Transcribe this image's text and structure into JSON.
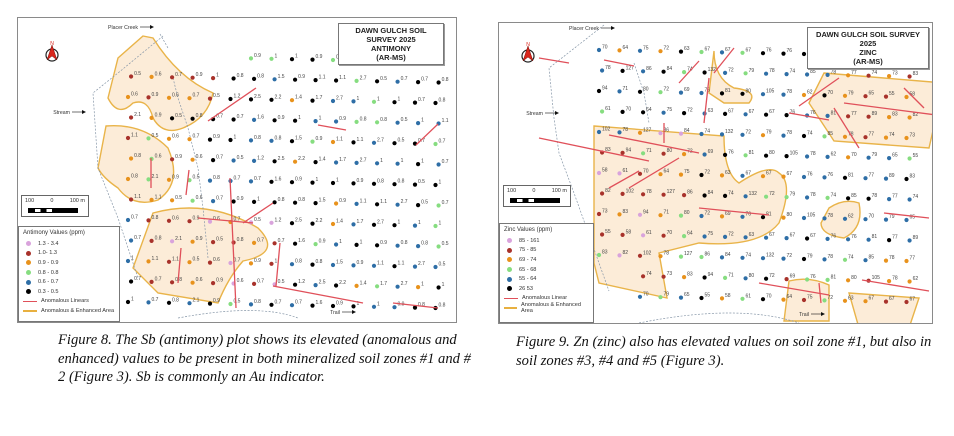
{
  "figures": [
    {
      "id": "fig8",
      "map": {
        "title_lines": [
          "DAWN GULCH SOIL SURVEY  2025",
          "ANTIMONY",
          "(AR-MS)"
        ],
        "place_labels": {
          "creek": "Placer Creek",
          "stream": "Stream",
          "trail": "Trail"
        },
        "scale": {
          "left": "100",
          "center": "0",
          "right": "100 m"
        },
        "north_label": "N",
        "legend": {
          "title": "Antimony Values (ppm)",
          "classes": [
            {
              "range": "1.3 - 3.4",
              "color": "#d9a3dc"
            },
            {
              "range": "1.0- 1.3",
              "color": "#a8322b"
            },
            {
              "range": "0.9 - 0.9",
              "color": "#e8921c"
            },
            {
              "range": "0.8 - 0.8",
              "color": "#86dd80"
            },
            {
              "range": "0.6 - 0.7",
              "color": "#2e6ea6"
            },
            {
              "range": "0.3 - 0.5",
              "color": "#000000"
            }
          ],
          "lines": [
            {
              "label": "Anomalous Linears",
              "color": "#e0505a"
            },
            {
              "label": "Anomalous & Enhanced Area",
              "color": "#e8b040"
            }
          ]
        },
        "sample_values": [
          "0.9",
          "1",
          "1",
          "0.9",
          "0.8",
          "0.8",
          "0.5",
          "1",
          "1.1",
          "1.1",
          "0.5",
          "0.6",
          "0.7",
          "0.9",
          "1",
          "0.8",
          "0.8",
          "1.5",
          "0.9",
          "1.1",
          "1.1",
          "2.7",
          "0.5",
          "0.7",
          "0.7",
          "0.8",
          "0.6",
          "0.9",
          "0.6",
          "0.7",
          "0.5",
          "1.2",
          "2.5",
          "2.2",
          "1.4",
          "1.7",
          "2.7",
          "1",
          "1",
          "1",
          "0.7",
          "0.8",
          "2.1",
          "0.9",
          "0.5",
          "0.8",
          "0.7",
          "0.7",
          "1.6"
        ]
      },
      "caption": "Figure 8.  The Sb (antimony) plot shows its elevated (anomalous and enhanced) values to be present in both mineralized soil zones #1 and # 2 (Figure 3). Sb is commonly an Au indicator."
    },
    {
      "id": "fig9",
      "map": {
        "title_lines": [
          "DAWN GULCH SOIL SURVEY  2025",
          "ZINC",
          "(AR-MS)"
        ],
        "place_labels": {
          "creek": "Placer Creek",
          "stream": "Stream",
          "trail": "Trail"
        },
        "scale": {
          "left": "100",
          "center": "0",
          "right": "100 m"
        },
        "north_label": "N",
        "legend": {
          "title": "Zinc Values (ppm)",
          "classes": [
            {
              "range": "85 - 161",
              "color": "#d9a3dc"
            },
            {
              "range": "75 - 85",
              "color": "#a8322b"
            },
            {
              "range": "69 - 74",
              "color": "#e8921c"
            },
            {
              "range": "65 - 68",
              "color": "#86dd80"
            },
            {
              "range": "55 - 64",
              "color": "#2e6ea6"
            },
            {
              "range": "26  53",
              "color": "#000000"
            }
          ],
          "lines": [
            {
              "label": "Anomalous Linear",
              "color": "#e0505a"
            },
            {
              "label": "Anomalous & Enhanced Area",
              "color": "#e8b040"
            }
          ]
        },
        "sample_values": [
          "70",
          "64",
          "75",
          "72",
          "63",
          "67",
          "67",
          "67",
          "76",
          "76",
          "81",
          "77",
          "89",
          "83",
          "82",
          "102",
          "78",
          "127",
          "86",
          "84",
          "74",
          "132",
          "72",
          "79",
          "78",
          "74",
          "85",
          "78",
          "77",
          "74",
          "73",
          "83",
          "94",
          "71",
          "80",
          "72",
          "69",
          "76",
          "81",
          "80",
          "105",
          "78",
          "62",
          "70",
          "79",
          "65",
          "55",
          "58",
          "61"
        ]
      },
      "caption": "Figure 9.  Zn (zinc) also has elevated values on soil zone #1, but also in soil zones #3, #4 and #5 (Figure 3)."
    }
  ]
}
